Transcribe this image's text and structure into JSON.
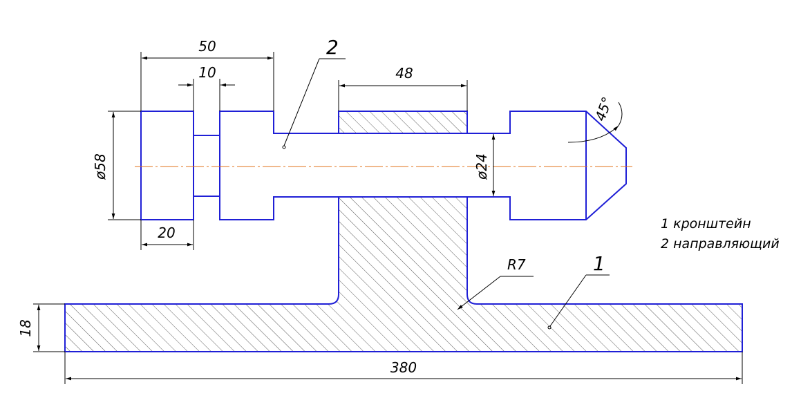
{
  "dimensions": {
    "length_50": "50",
    "length_10": "10",
    "length_48": "48",
    "diameter_58": "ø58",
    "diameter_24": "ø24",
    "length_20": "20",
    "angle_45": "45°",
    "radius_r7": "R7",
    "thickness_18": "18",
    "length_380": "380"
  },
  "part_labels": {
    "part_1": "1",
    "part_2": "2"
  },
  "legend": {
    "line_1": "1 кронштейн",
    "line_2": "2 направляющий"
  },
  "colors": {
    "outline": "#1f1fd6",
    "axis": "#e0701a",
    "dimension": "#000000"
  }
}
